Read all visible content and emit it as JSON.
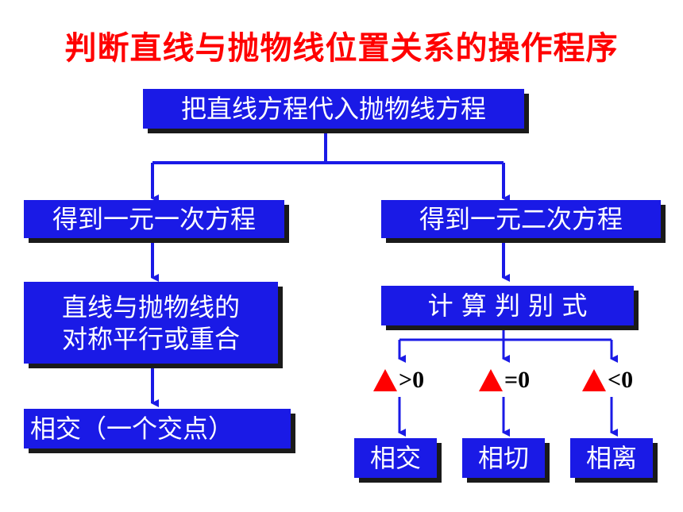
{
  "title": "判断直线与抛物线位置关系的操作程序",
  "nodes": {
    "substitute": "把直线方程代入抛物线方程",
    "linear_eq": "得到一元一次方程",
    "quadratic_eq": "得到一元二次方程",
    "parallel_line1": "直线与抛物线的",
    "parallel_line2": "对称平行或重合",
    "discriminant": "计 算 判 别 式",
    "intersect_one": "相交（一个交点）",
    "result_intersect": "相交",
    "result_tangent": "相切",
    "result_separate": "相离"
  },
  "conditions": {
    "gt": ">0",
    "eq": "=0",
    "lt": "<0"
  },
  "colors": {
    "box": "#1a1ae6",
    "title": "#ff0000",
    "triangle": "#ff0000",
    "connector": "#1a1ae6"
  }
}
